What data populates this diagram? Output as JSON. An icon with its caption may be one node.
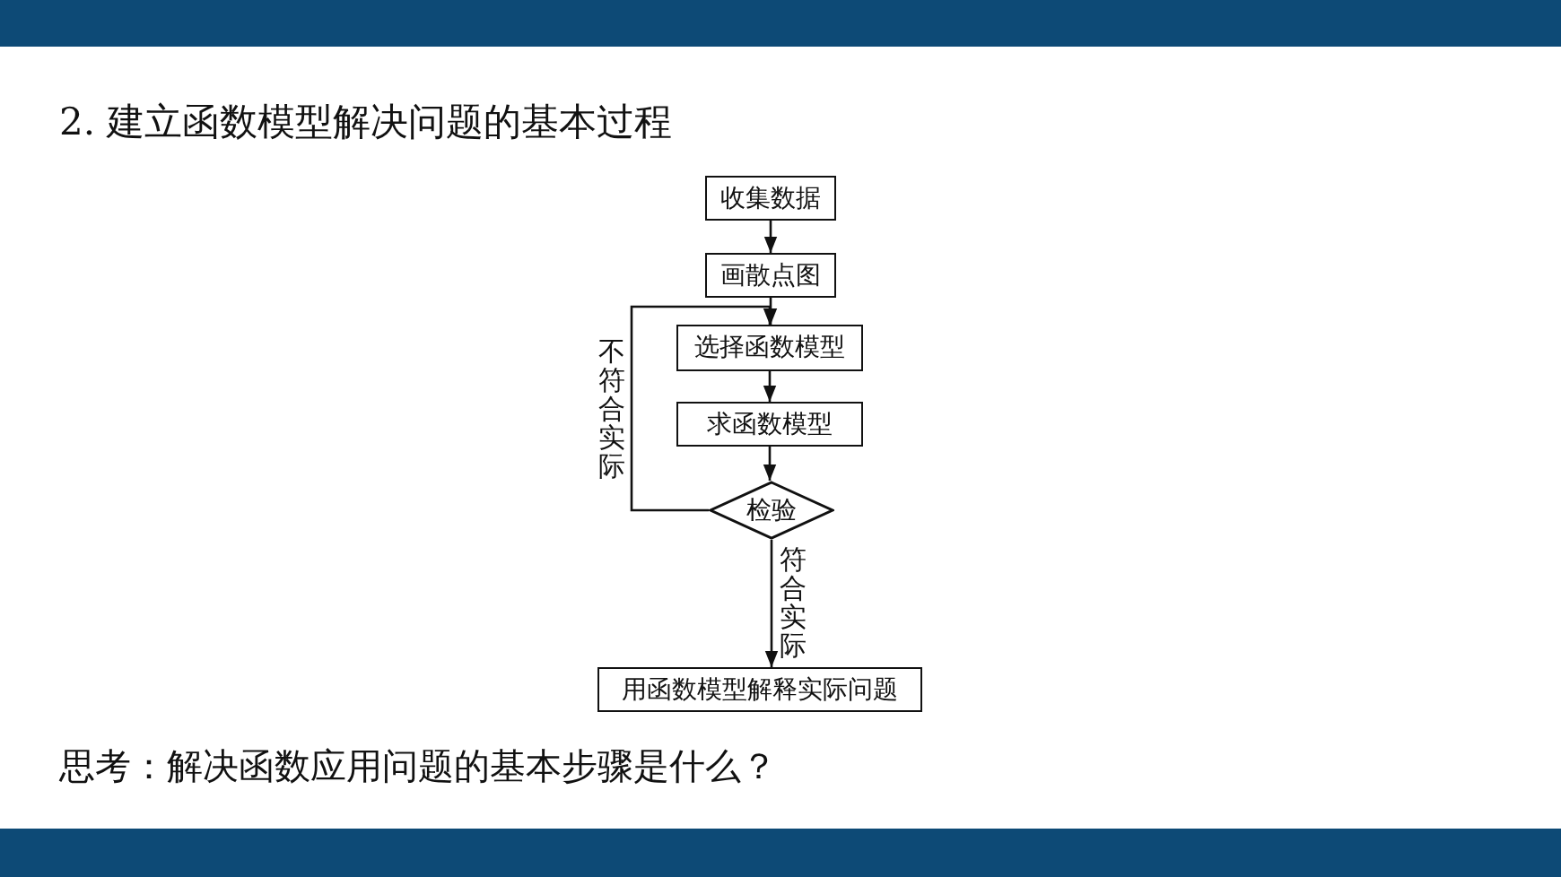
{
  "diagram": {
    "title": "2. 建立函数模型解决问题的基本过程",
    "nodes": [
      {
        "text": [
          "收集数据"
        ]
      },
      {
        "text": [
          "画散点图"
        ]
      },
      {
        "text": [
          "选择函数模型"
        ]
      },
      {
        "text": [
          "求函数模型"
        ]
      },
      {
        "text": [
          "检验"
        ]
      },
      {
        "text": [
          "用函数模型解释实际问题"
        ]
      }
    ],
    "edges": [
      {
        "from": 0,
        "to": 1,
        "arrow": "to"
      },
      {
        "from": 1,
        "to": 2,
        "arrow": "to"
      },
      {
        "from": 2,
        "to": 3,
        "arrow": "to"
      },
      {
        "from": 3,
        "to": 4,
        "arrow": "to"
      },
      {
        "from": 4,
        "to": 2,
        "arrow": "to",
        "label": "不符合实际"
      },
      {
        "from": 4,
        "to": 5,
        "arrow": "to",
        "label": "符合实际"
      }
    ],
    "labels": [
      "思考：解决函数应用问题的基本步骤是什么？"
    ]
  }
}
